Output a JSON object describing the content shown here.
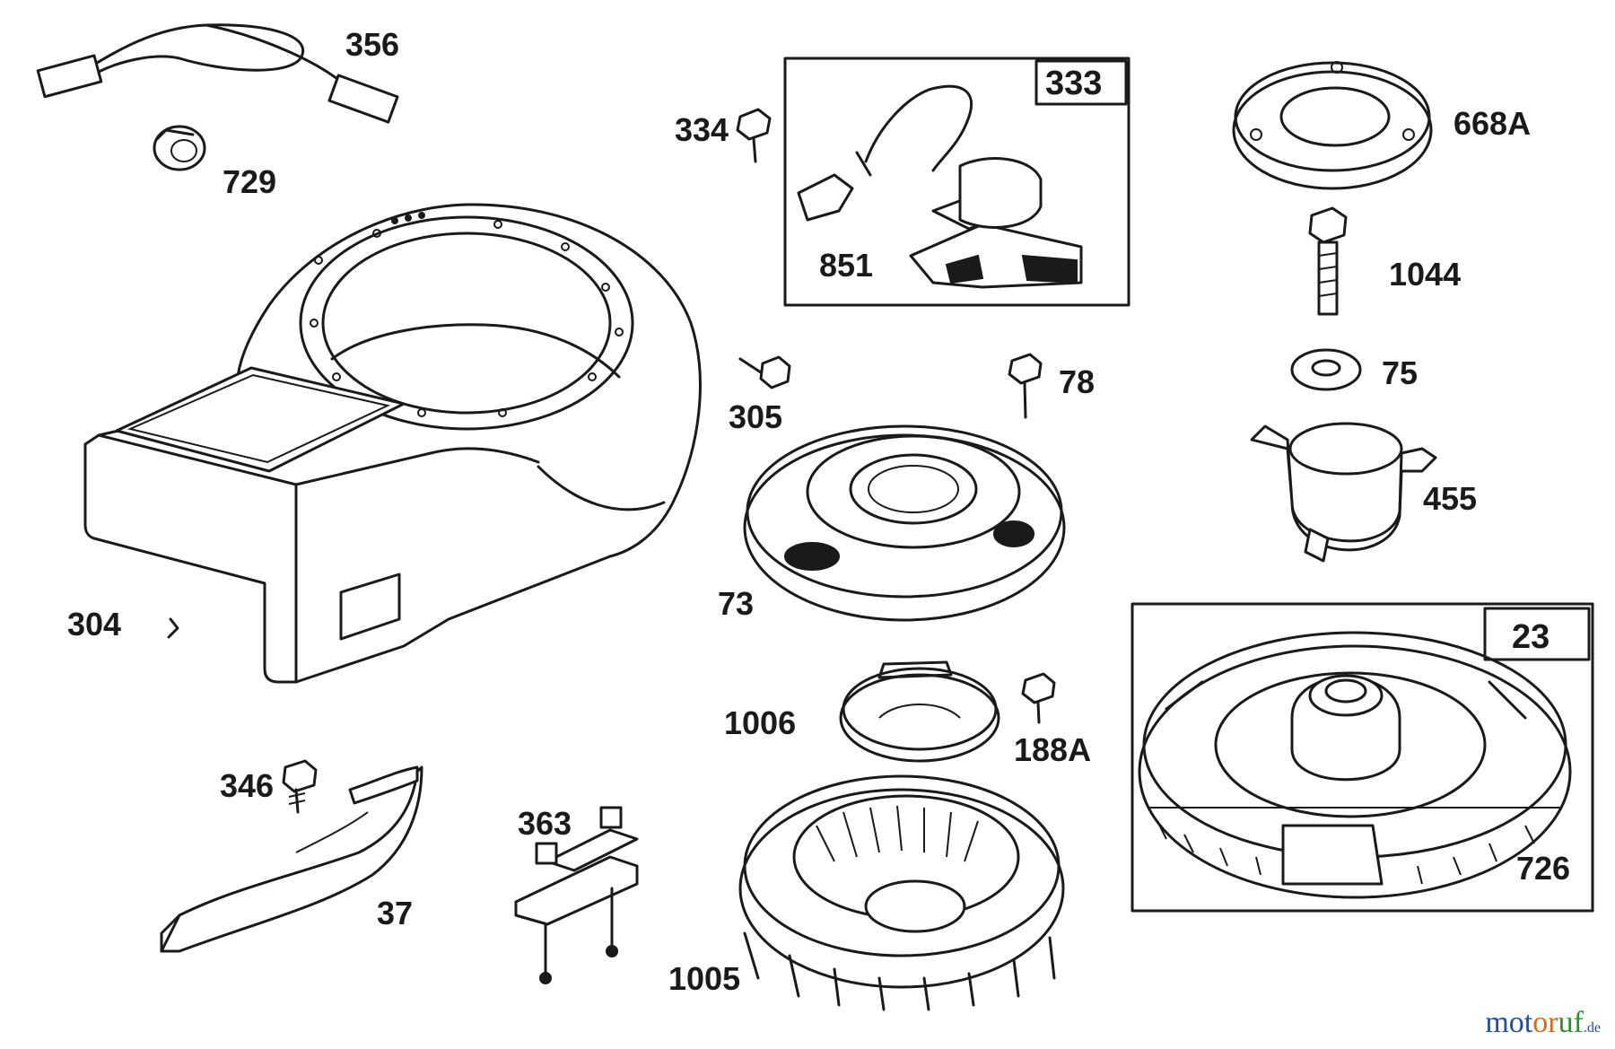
{
  "diagram": {
    "parts": {
      "p356": "356",
      "p729": "729",
      "p304": "304",
      "p346": "346",
      "p37": "37",
      "p363": "363",
      "p334": "334",
      "p851": "851",
      "p305": "305",
      "p78": "78",
      "p73": "73",
      "p1006": "1006",
      "p188A": "188A",
      "p1005": "1005",
      "p668A": "668A",
      "p1044": "1044",
      "p75": "75",
      "p455": "455",
      "p726": "726"
    },
    "boxes": {
      "b333": "333",
      "b23": "23"
    }
  },
  "watermark": {
    "part1": "mot",
    "part2": "or",
    "part3": "uf",
    "suffix": ".de"
  }
}
